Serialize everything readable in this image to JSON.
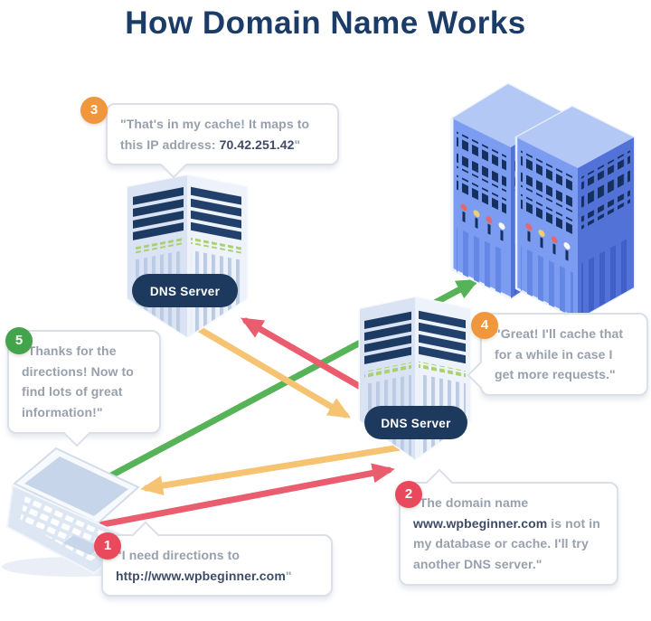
{
  "title": "How Domain Name Works",
  "labels": {
    "dns_server_left": "DNS Server",
    "dns_server_middle": "DNS Server"
  },
  "bubbles": [
    {
      "number": "1",
      "pre": "\"I need directions to ",
      "bold": "http://www.wpbeginner.com",
      "post": "\"",
      "badge_color": "#e9495c"
    },
    {
      "number": "2",
      "pre": "\"The domain name ",
      "bold": "www.wpbeginner.com",
      "post": " is not in my database or cache. I'll try another DNS server.\"",
      "badge_color": "#e9495c"
    },
    {
      "number": "3",
      "pre": "\"That's in my cache! It maps to this IP address: ",
      "bold": "70.42.251.42",
      "post": "\"",
      "badge_color": "#f0963d"
    },
    {
      "number": "4",
      "pre": "\"Great! I'll cache that for a while in case I get more requests.\"",
      "bold": "",
      "post": "",
      "badge_color": "#f0963d"
    },
    {
      "number": "5",
      "pre": "\"Thanks for the directions! Now to find lots of great information!\"",
      "bold": "",
      "post": "",
      "badge_color": "#43a44b"
    }
  ],
  "colors": {
    "title": "#1c3c68",
    "arrow_request_red": "#ea5d6e",
    "arrow_response_yellow": "#f5c371",
    "arrow_fetch_green": "#57b357",
    "bubble_border": "#dadfe8",
    "bubble_text": "#97a0ad",
    "bubble_bold_text": "#3e4c66",
    "server_pill": "#1d3a5e",
    "big_server_face": "#7b9cf0"
  }
}
